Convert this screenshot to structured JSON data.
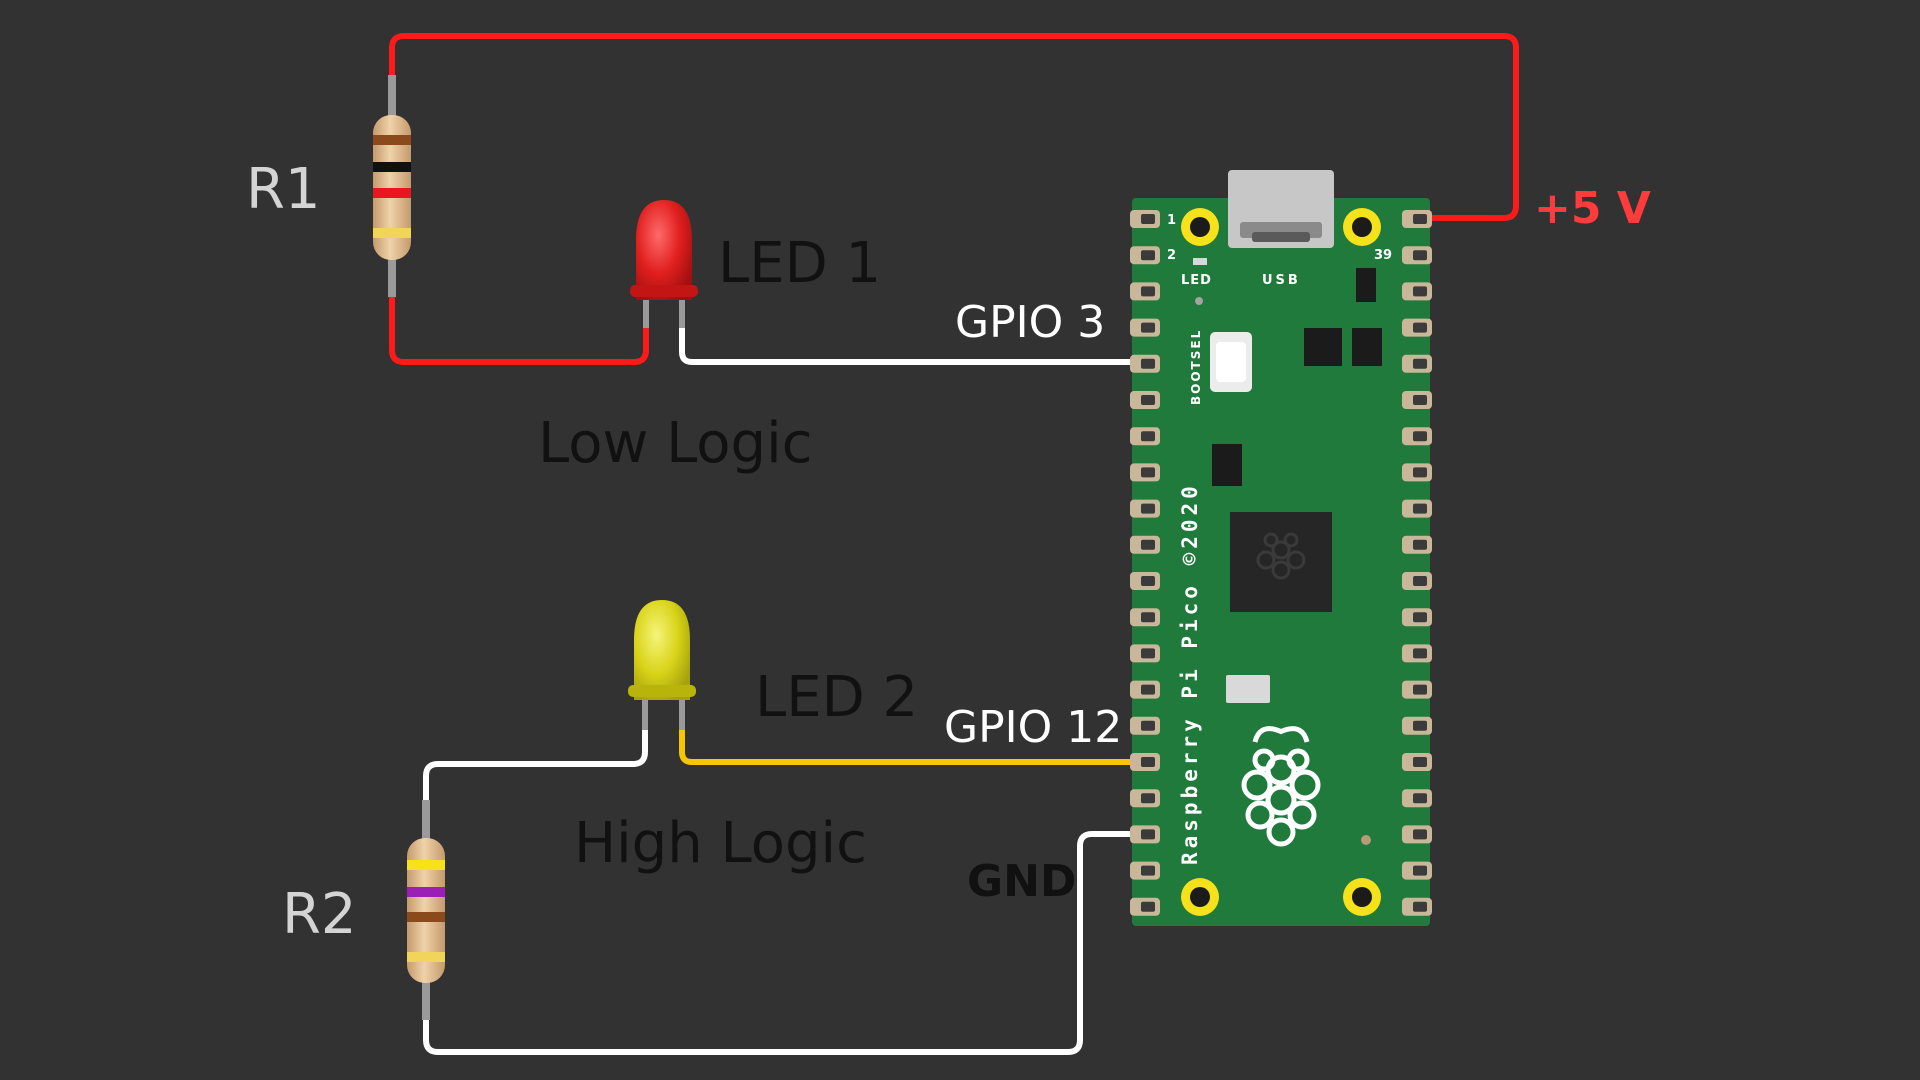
{
  "labels": {
    "r1": "R1",
    "r2": "R2",
    "led1": "LED 1",
    "led2": "LED 2",
    "low_logic": "Low Logic",
    "high_logic": "High Logic",
    "gpio3": "GPIO 3",
    "gpio12": "GPIO 12",
    "gnd": "GND",
    "vplus": "+5 V"
  },
  "board": {
    "name": "Raspberry Pi Pico ©2020",
    "led_label": "LED",
    "usb_label": "USB",
    "bootsel_label": "BOOTSEL",
    "pin_1": "1",
    "pin_2": "2",
    "pin_39": "39"
  },
  "colors": {
    "background": "#323232",
    "wire_red": "#ff1a1a",
    "wire_white": "#ffffff",
    "wire_yellow": "#f6c600",
    "board_green": "#1f7a3c",
    "label_light": "#d4d4d4",
    "label_dark": "#111111",
    "vplus": "#ff3b3b"
  },
  "components": {
    "led1_color": "red",
    "led2_color": "yellow",
    "r1_bands": [
      "#8b4a1c",
      "#111111",
      "#e8171f",
      "#f1d55a"
    ],
    "r2_bands": [
      "#f7e11b",
      "#9b1fb4",
      "#8b4a1c",
      "#f1d55a"
    ]
  }
}
